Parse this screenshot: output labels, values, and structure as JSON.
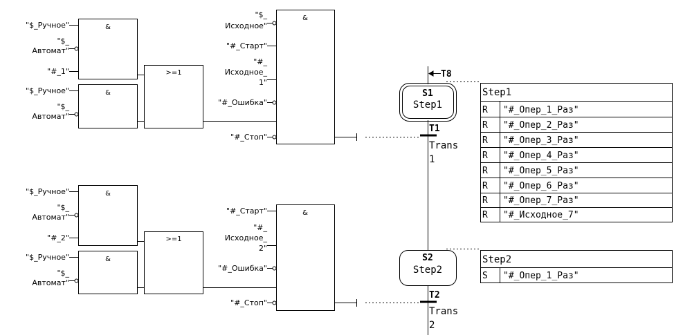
{
  "top": {
    "and1": {
      "op": "&",
      "in": [
        "\"$_Ручное\"",
        "\"$_",
        "Автомат\"",
        "\"#_1\""
      ]
    },
    "and2": {
      "op": "&",
      "in": [
        "\"$_Ручное\"",
        "\"$_",
        "Автомат\""
      ]
    },
    "or": {
      "op": ">=1"
    },
    "big": {
      "op": "&",
      "in": [
        "\"$_",
        "Исходное\"",
        "\"#_Старт\"",
        "\"#_",
        "Исходное_",
        "1\"",
        "\"#_Ошибка\"",
        "\"#_Стоп\""
      ]
    }
  },
  "bottom": {
    "and1": {
      "op": "&",
      "in": [
        "\"$_Ручное\"",
        "\"$_",
        "Автомат\"",
        "\"#_2\""
      ]
    },
    "and2": {
      "op": "&",
      "in": [
        "\"$_Ручное\"",
        "\"$_",
        "Автомат\""
      ]
    },
    "or": {
      "op": ">=1"
    },
    "big": {
      "op": "&",
      "in": [
        "\"#_Старт\"",
        "\"#_",
        "Исходное_",
        "2\"",
        "\"#_Ошибка\"",
        "\"#_Стоп\""
      ]
    }
  },
  "chain": {
    "jump_label": "T8",
    "s1": {
      "id": "S1",
      "name": "Step1"
    },
    "t1": {
      "id": "T1",
      "name1": "Trans",
      "name2": "1"
    },
    "s2": {
      "id": "S2",
      "name": "Step2"
    },
    "t2": {
      "id": "T2",
      "name1": "Trans",
      "name2": "2"
    }
  },
  "step1_table": {
    "title": "Step1",
    "rows": [
      {
        "q": "R",
        "op": "\"#_Опер_1_Раз\""
      },
      {
        "q": "R",
        "op": "\"#_Опер_2_Раз\""
      },
      {
        "q": "R",
        "op": "\"#_Опер_3_Раз\""
      },
      {
        "q": "R",
        "op": "\"#_Опер_4_Раз\""
      },
      {
        "q": "R",
        "op": "\"#_Опер_5_Раз\""
      },
      {
        "q": "R",
        "op": "\"#_Опер_6_Раз\""
      },
      {
        "q": "R",
        "op": "\"#_Опер_7_Раз\""
      },
      {
        "q": "R",
        "op": "\"#_Исходное_7\""
      }
    ]
  },
  "step2_table": {
    "title": "Step2",
    "rows": [
      {
        "q": "S",
        "op": "\"#_Опер_1_Раз\""
      }
    ]
  }
}
